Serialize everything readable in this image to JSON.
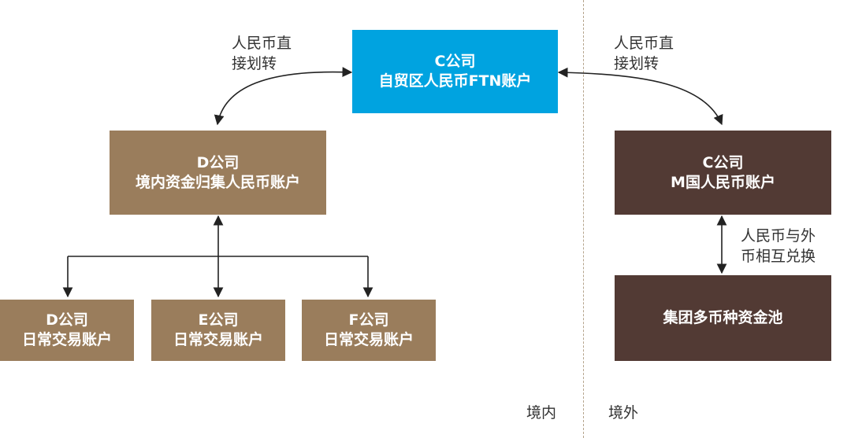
{
  "boxes": {
    "c_ftn": {
      "line1": "C公司",
      "line2": "自贸区人民币FTN账户",
      "color": "#00a3e0"
    },
    "d_pool": {
      "line1": "D公司",
      "line2": "境内资金归集人民币账户",
      "color": "#9a7d5c"
    },
    "c_m": {
      "line1": "C公司",
      "line2": "M国人民币账户",
      "color": "#523a34"
    },
    "group_pool": {
      "line1": "集团多币种资金池",
      "color": "#523a34"
    },
    "d_daily": {
      "line1": "D公司",
      "line2": "日常交易账户",
      "color": "#9a7d5c"
    },
    "e_daily": {
      "line1": "E公司",
      "line2": "日常交易账户",
      "color": "#9a7d5c"
    },
    "f_daily": {
      "line1": "F公司",
      "line2": "日常交易账户",
      "color": "#9a7d5c"
    }
  },
  "labels": {
    "left_transfer": {
      "line1": "人民币直",
      "line2": "接划转"
    },
    "right_transfer": {
      "line1": "人民币直",
      "line2": "接划转"
    },
    "exchange": {
      "line1": "人民币与外",
      "line2": "币相互兑换"
    },
    "domestic": "境内",
    "overseas": "境外"
  }
}
